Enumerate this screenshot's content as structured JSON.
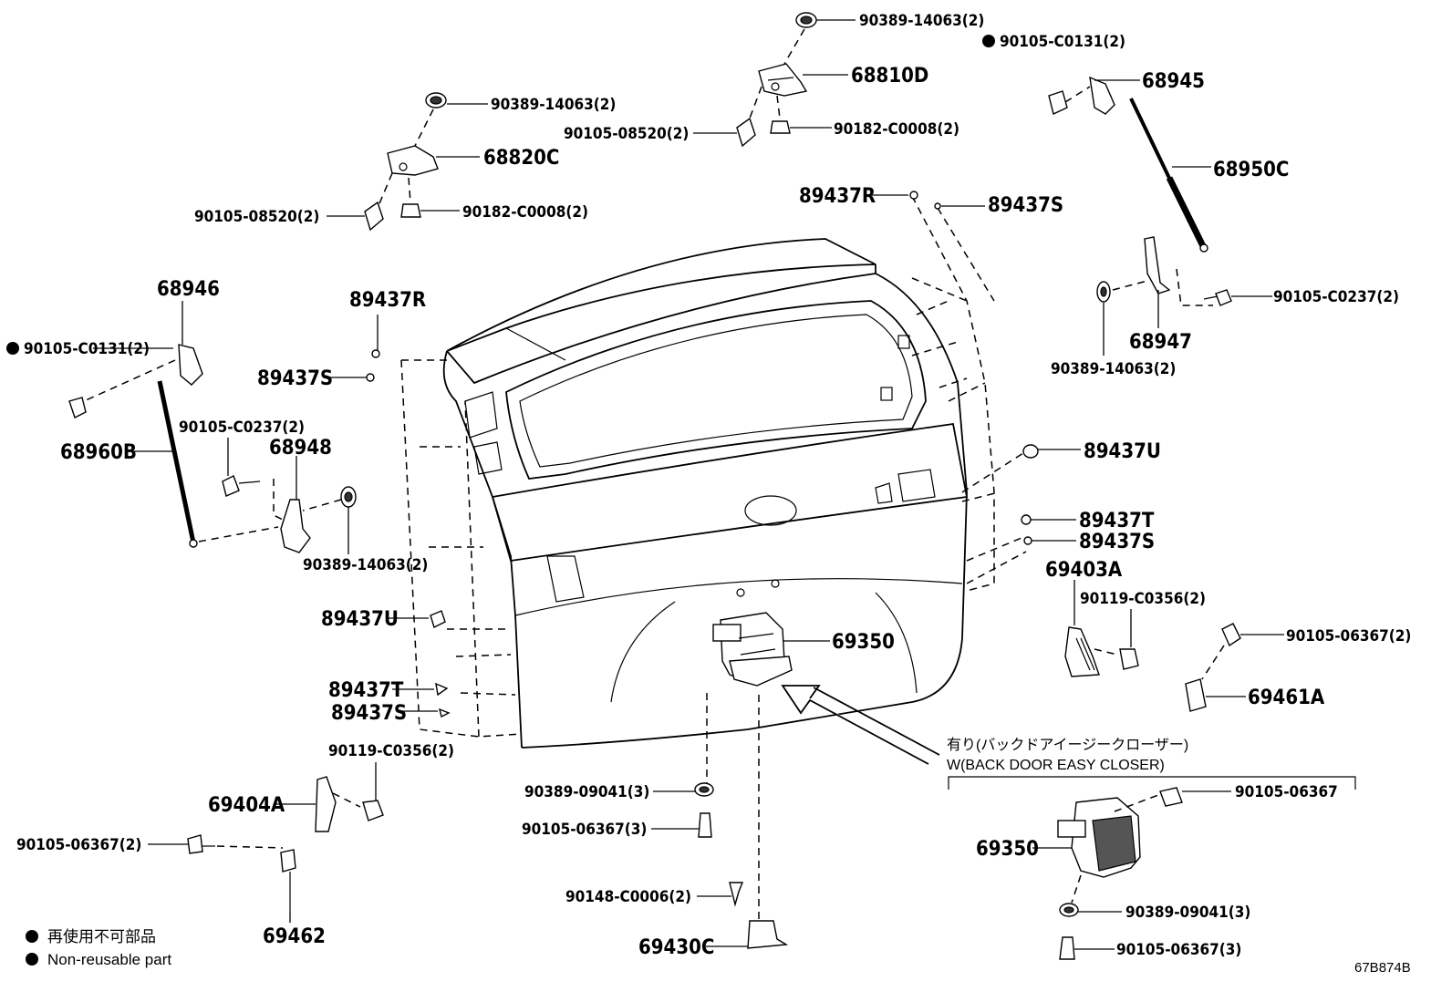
{
  "labels": {
    "l_90389_14063_top": "90389-14063(2)",
    "l_90105_C0131_top": "90105-C0131(2)",
    "l_68810D": "68810D",
    "l_68945": "68945",
    "l_90389_14063_hinge_l": "90389-14063(2)",
    "l_90105_08520_r": "90105-08520(2)",
    "l_90182_C0008_r": "90182-C0008(2)",
    "l_68820C": "68820C",
    "l_68950C": "68950C",
    "l_90105_08520_l": "90105-08520(2)",
    "l_90182_C0008_l": "90182-C0008(2)",
    "l_89437R_top": "89437R",
    "l_89437S_top": "89437S",
    "l_68946": "68946",
    "l_89437R_mid": "89437R",
    "l_90105_C0237_r": "90105-C0237(2)",
    "l_90105_C0131_left": "90105-C0131(2)",
    "l_68947": "68947",
    "l_89437S_mid": "89437S",
    "l_90389_14063_r": "90389-14063(2)",
    "l_90105_C0237_l": "90105-C0237(2)",
    "l_68948": "68948",
    "l_89437U_r": "89437U",
    "l_68960B": "68960B",
    "l_89437T_r": "89437T",
    "l_89437S_r": "89437S",
    "l_90389_14063_l": "90389-14063(2)",
    "l_69403A": "69403A",
    "l_90119_C0356_r": "90119-C0356(2)",
    "l_89437U_l": "89437U",
    "l_69350_main": "69350",
    "l_90105_06367_rr": "90105-06367(2)",
    "l_69461A": "69461A",
    "l_89437T_l": "89437T",
    "l_89437S_l": "89437S",
    "l_90119_C0356_l": "90119-C0356(2)",
    "l_69404A": "69404A",
    "l_90389_09041_c": "90389-09041(3)",
    "l_90105_06367_c": "90105-06367(3)",
    "l_90105_06367_l": "90105-06367(2)",
    "l_90105_06367_box": "90105-06367",
    "l_69350_box": "69350",
    "l_90148_C0006": "90148-C0006(2)",
    "l_90389_09041_box": "90389-09041(3)",
    "l_69462": "69462",
    "l_69430C": "69430C",
    "l_90105_06367_box2": "90105-06367(3)"
  },
  "note": {
    "jp": "有り(バックドアイージークローザー)",
    "en": "W(BACK DOOR EASY CLOSER)"
  },
  "legend": {
    "jp": "再使用不可部品",
    "en": "Non-reusable part"
  },
  "code": "67B874B"
}
